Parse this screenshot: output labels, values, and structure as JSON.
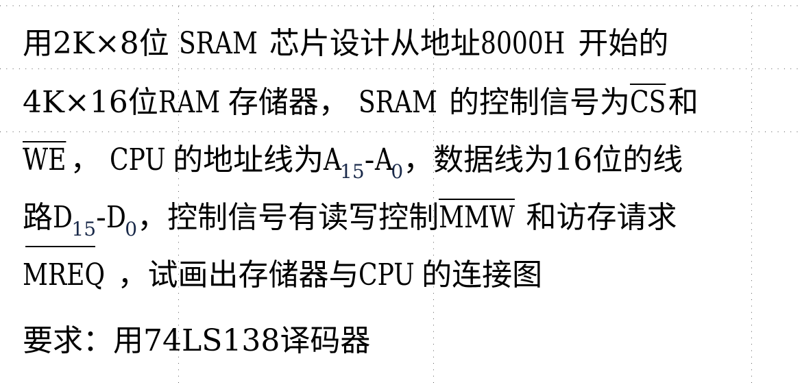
{
  "question": {
    "lines": [
      {
        "parts": [
          "用2K×8位 ",
          "SRAM",
          "芯片设计从地址",
          "8000H",
          "开始的"
        ]
      },
      {
        "parts": [
          "4K×16位",
          "RAM",
          "存储器， ",
          "SRAM",
          "的控制信号为",
          "CS",
          "和"
        ]
      },
      {
        "parts": [
          "WE",
          "， ",
          "CPU",
          "的地址线为",
          "A",
          "15",
          "-",
          "A",
          "0",
          "，数据线为16位的线"
        ]
      },
      {
        "parts": [
          "路",
          "D",
          "15",
          "-",
          "D",
          "0",
          "，控制信号有读写控制",
          "MMW",
          "和访存请求"
        ]
      },
      {
        "parts": [
          "MREQ",
          "，试画出存储器与",
          "CPU",
          "的连接图"
        ]
      }
    ],
    "requirement": "要求：用74LS138译码器"
  },
  "colors": {
    "text": "#000000",
    "subscript": "#1a2a4a",
    "grid_dots": "#555555",
    "background": "#ffffff"
  }
}
